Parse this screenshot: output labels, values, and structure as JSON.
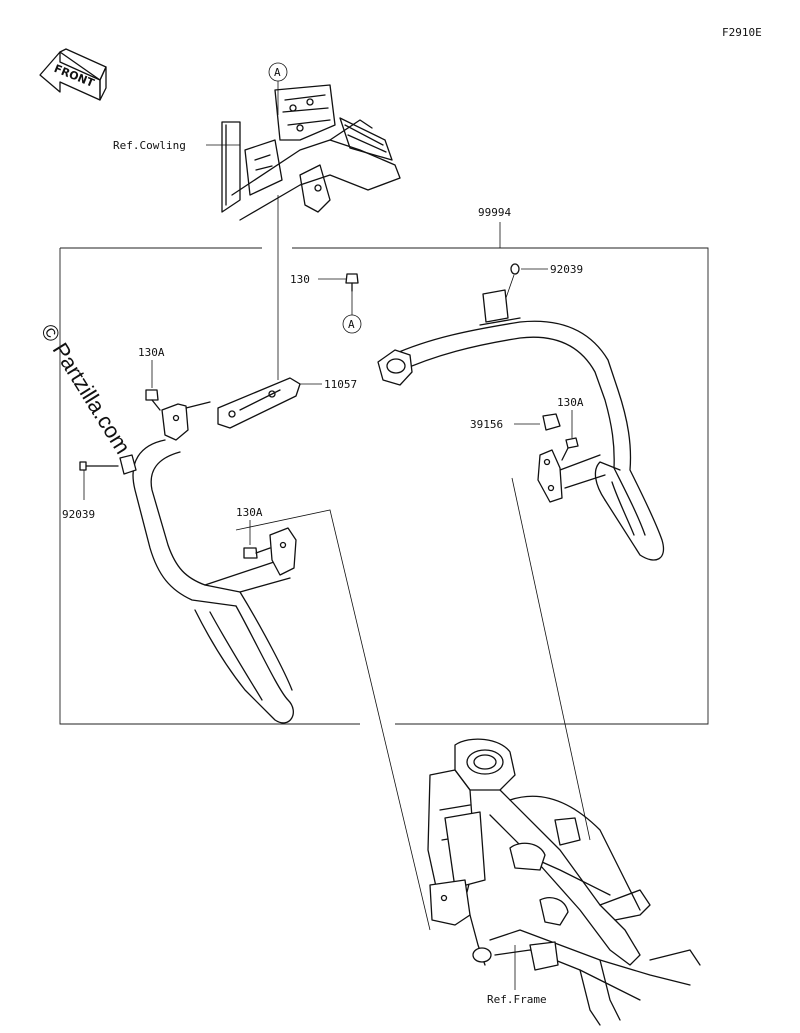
{
  "diagram_code": "F2910E",
  "watermark": "© Partzilla.com",
  "front_marker": "FRONT",
  "references": {
    "cowling": "Ref.Cowling",
    "frame": "Ref.Frame"
  },
  "callout_letter": "A",
  "group_part": "99994",
  "parts": {
    "bolt_top": "130",
    "bolt_left_upper": "130A",
    "bolt_left_lower": "130A",
    "bolt_right": "130A",
    "plug_right": "92039",
    "plug_left": "92039",
    "bracket": "11057",
    "cap": "39156"
  }
}
